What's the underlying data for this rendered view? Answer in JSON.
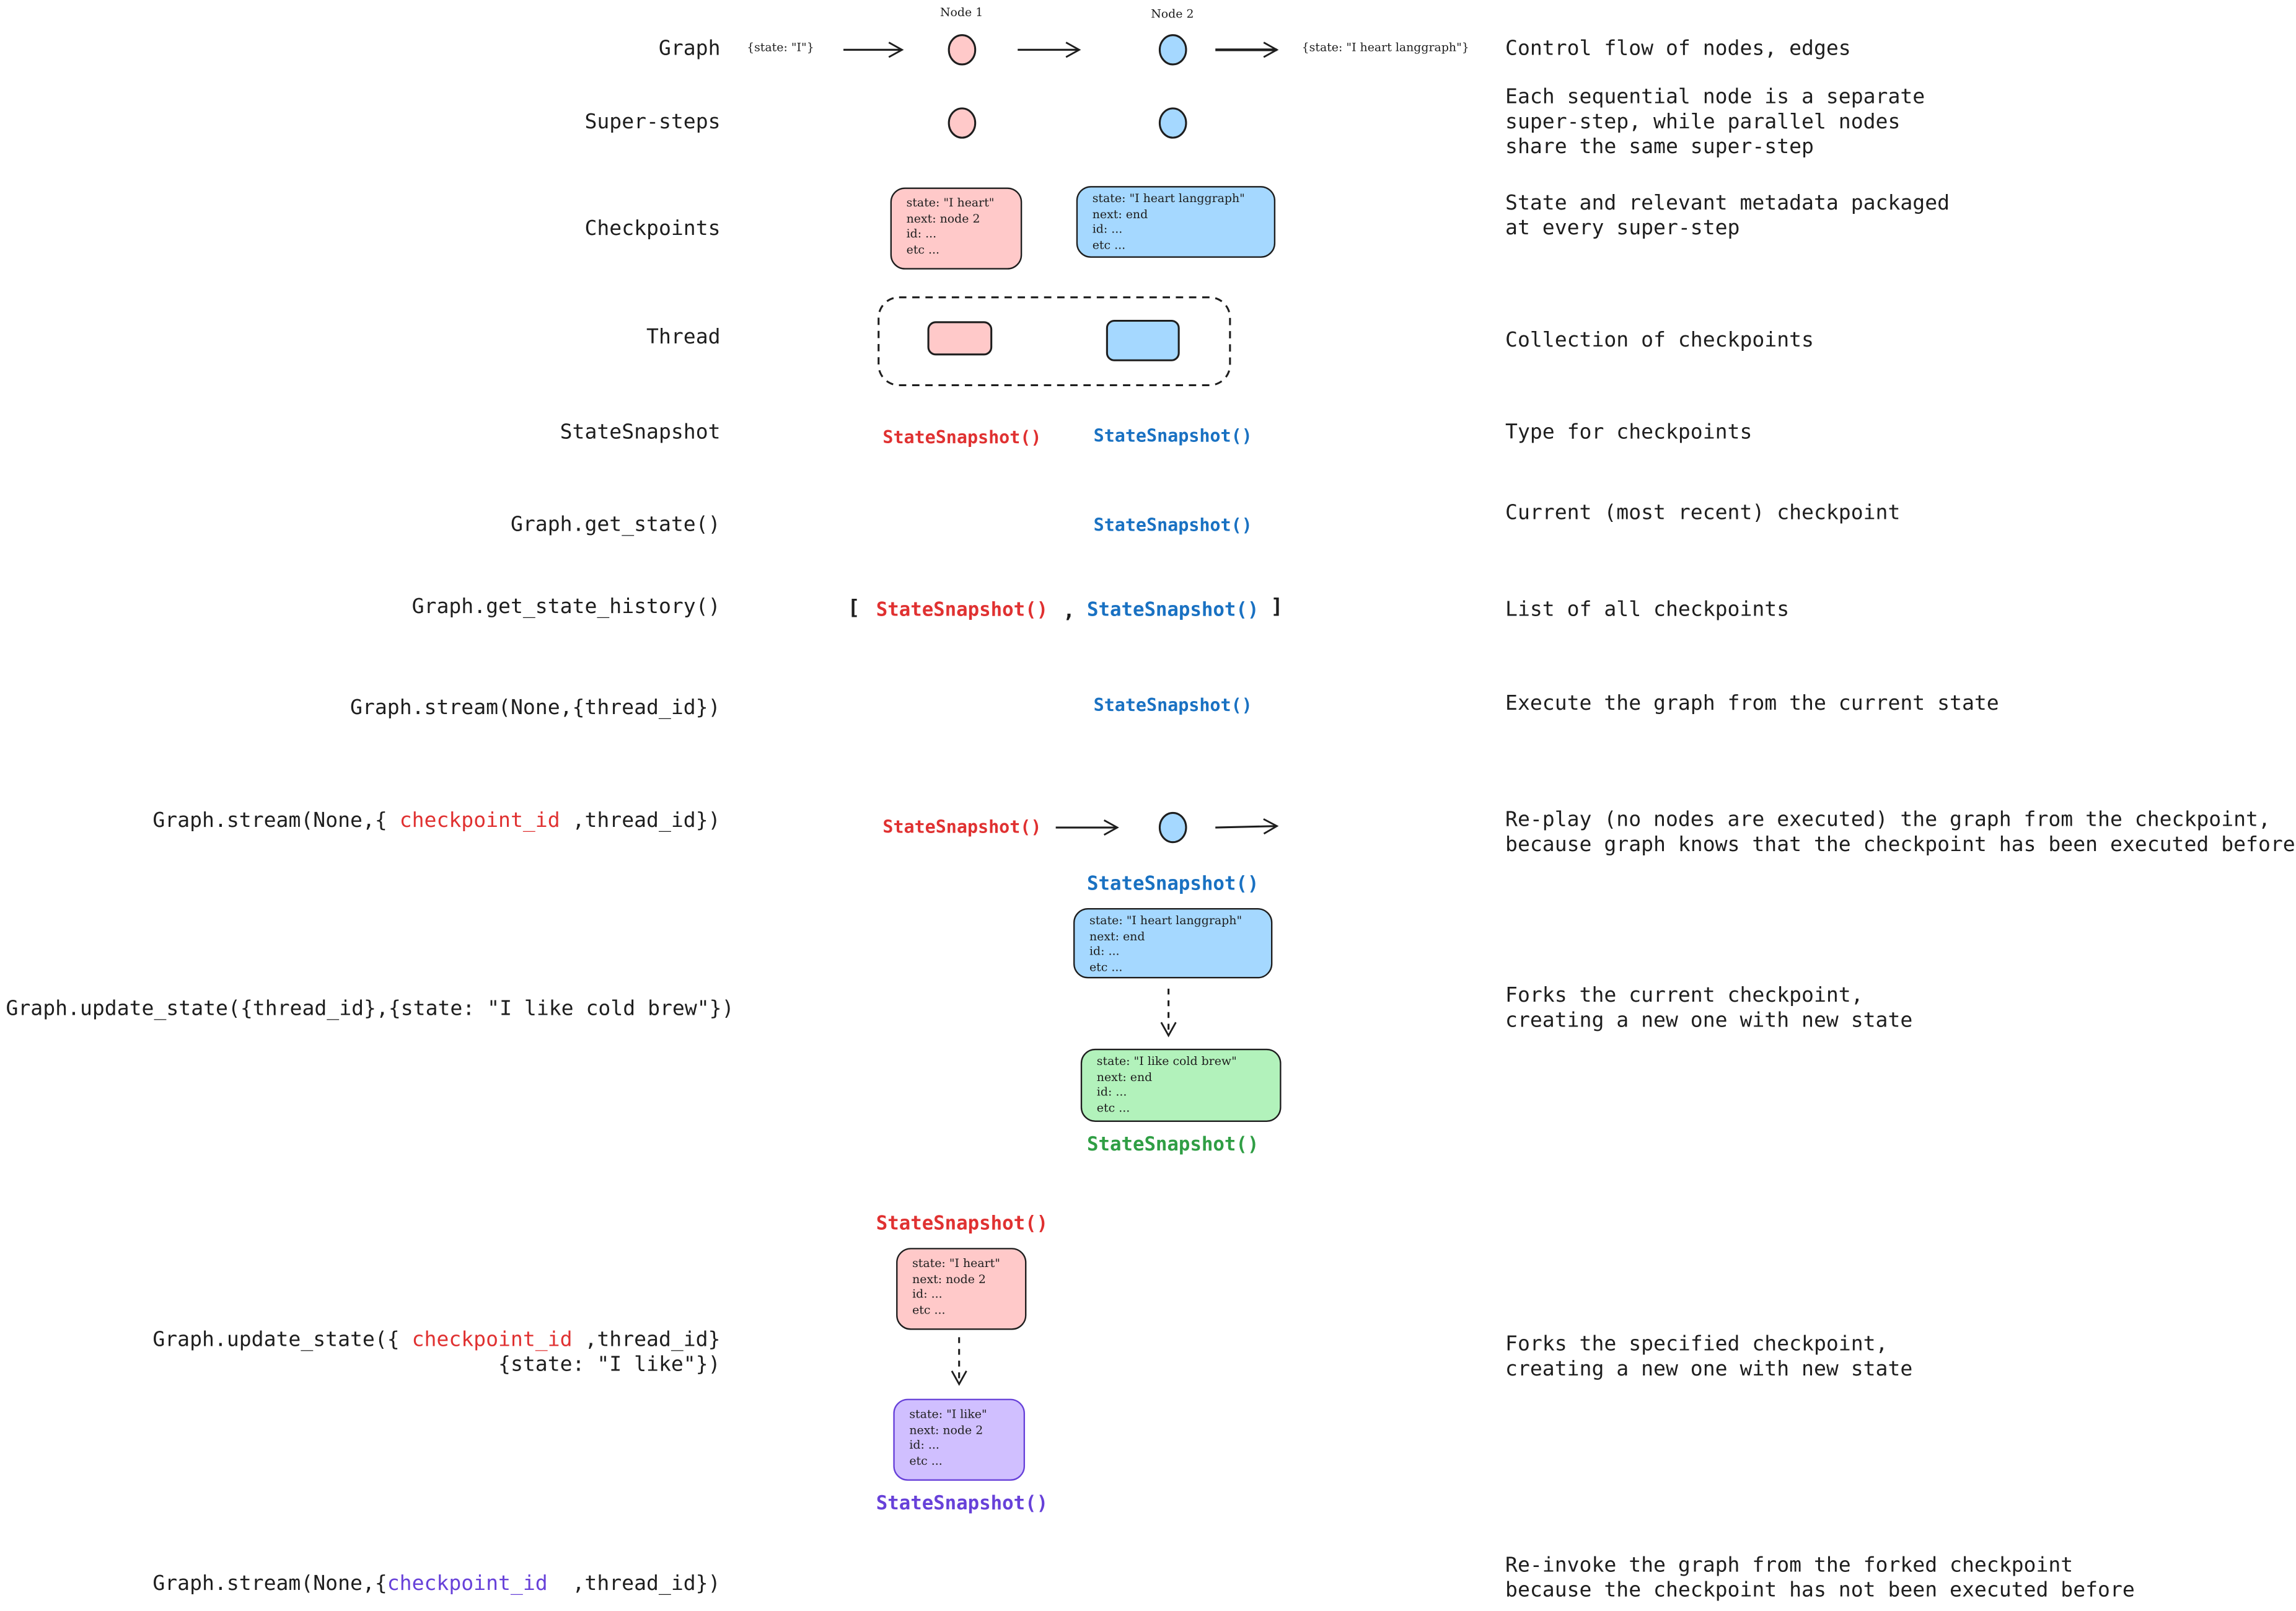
{
  "colors": {
    "pink": "#ffc9c9",
    "blue": "#a5d8ff",
    "green": "#b2f2bb",
    "purple": "#d0bfff",
    "red_text": "#e03131",
    "blue_text": "#1971c2",
    "green_text": "#2f9e44",
    "purple_text": "#6741d9"
  },
  "rows": [
    {
      "label": "Graph",
      "desc": "Control flow of nodes, edges"
    },
    {
      "label": "Super-steps",
      "desc": "Each sequential node is a separate\nsuper-step, while parallel nodes\nshare the same super-step"
    },
    {
      "label": "Checkpoints",
      "desc": "State and relevant metadata packaged\nat every super-step"
    },
    {
      "label": "Thread",
      "desc": "Collection of checkpoints"
    },
    {
      "label": "StateSnapshot",
      "desc": "Type for checkpoints"
    },
    {
      "label": "Graph.get_state()",
      "desc": "Current (most recent) checkpoint"
    },
    {
      "label": "Graph.get_state_history()",
      "desc": "List of all checkpoints"
    },
    {
      "label": "Graph.stream(None,{thread_id})",
      "desc": "Execute the graph from the current state"
    },
    {
      "label_pre": "Graph.stream(None,{ ",
      "label_hl": "checkpoint_id",
      "label_post": " ,thread_id})",
      "desc": "Re-play (no nodes are executed) the graph from the checkpoint,\nbecause graph knows that the checkpoint has been executed before"
    },
    {
      "label": "Graph.update_state({thread_id},{state: \"I like cold brew\"})",
      "desc": "Forks the current checkpoint,\ncreating a new one with new state"
    },
    {
      "label_pre": "Graph.update_state({ ",
      "label_hl": "checkpoint_id",
      "label_post": " ,thread_id}",
      "label_line2": "{state: \"I like\"})",
      "desc": "Forks the specified checkpoint,\ncreating a new one with new state"
    },
    {
      "label_pre": "Graph.stream(None,{",
      "label_hl": "checkpoint_id",
      "label_post": "  ,thread_id})",
      "desc": "Re-invoke the graph from the forked checkpoint\nbecause the checkpoint has not been executed before"
    }
  ],
  "graph": {
    "input": "{state: \"I\"}",
    "node1": "Node 1",
    "node2": "Node 2",
    "output": "{state: \"I heart langgraph\"}"
  },
  "snapshot": "StateSnapshot()",
  "history": {
    "open": "[",
    "sep": ",",
    "close": "]"
  },
  "checkpoints": {
    "pink": "state: \"I heart\"\nnext: node 2\nid: ...\netc ...",
    "blue": "state: \"I heart langgraph\"\nnext: end\nid: ...\netc ...",
    "green": "state: \"I like cold brew\"\nnext: end\nid: ...\netc ...",
    "purple": "state: \"I like\"\nnext: node 2\nid: ...\netc ..."
  }
}
